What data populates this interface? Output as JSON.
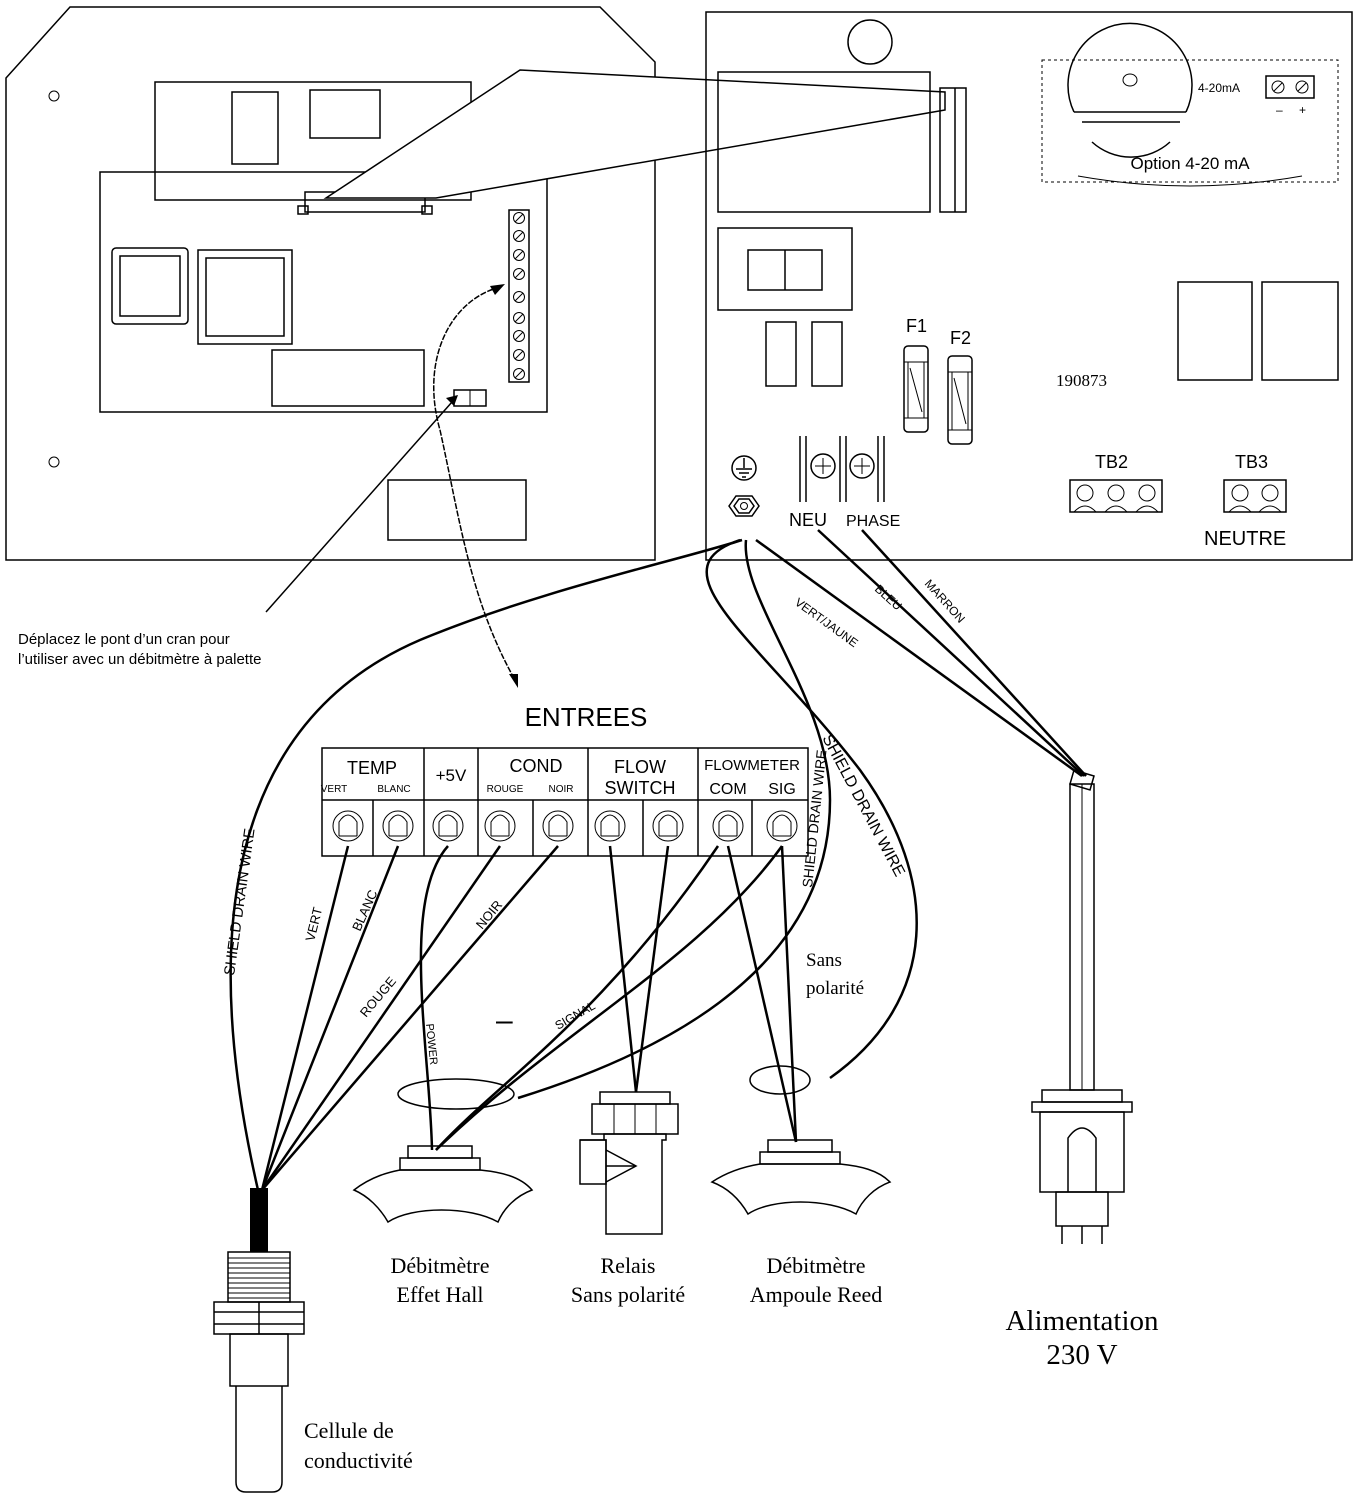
{
  "board_labels": {
    "option_4_20_terminal": "4-20mA",
    "option_minus": "–",
    "option_plus": "+",
    "option_title": "Option 4-20 mA",
    "f1": "F1",
    "f2": "F2",
    "part_number": "190873",
    "tb2": "TB2",
    "tb3": "TB3",
    "neu": "NEU",
    "phase": "PHASE",
    "neutre": "NEUTRE"
  },
  "wire_labels": {
    "vert_jaune": "VERT/JAUNE",
    "bleu": "BLEU",
    "marron": "MARRON",
    "shield_drain_left": "SHIELD DRAIN WIRE",
    "shield_drain_mid": "SHIELD DRAIN WIRE",
    "shield_drain_right": "SHIELD DRAIN WIRE",
    "vert": "VERT",
    "blanc": "BLANC",
    "rouge": "ROUGE",
    "noir": "NOIR",
    "power": "POWER",
    "signal": "SIGNAL",
    "minus": "–"
  },
  "jumper_note": {
    "line1": "Déplacez le pont d’un cran pour",
    "line2": "l’utiliser avec un débitmètre à palette"
  },
  "inputs": {
    "title": "ENTREES",
    "groups": {
      "temp": "TEMP",
      "plus5v": "+5V",
      "cond": "COND",
      "flow": "FLOW",
      "switch": "SWITCH",
      "flowmeter": "FLOWMETER"
    },
    "subs": {
      "vert": "VERT",
      "blanc": "BLANC",
      "rouge": "ROUGE",
      "noir": "NOIR",
      "com": "COM",
      "sig": "SIG"
    }
  },
  "devices": {
    "sans_polarite_1": "Sans",
    "sans_polarite_2": "polarité",
    "hall_1": "Débitmètre",
    "hall_2": "Effet Hall",
    "relais_1": "Relais",
    "relais_2": "Sans polarité",
    "reed_1": "Débitmètre",
    "reed_2": "Ampoule Reed",
    "power_1": "Alimentation",
    "power_2": "230 V",
    "cell_1": "Cellule de",
    "cell_2": "conductivité"
  }
}
